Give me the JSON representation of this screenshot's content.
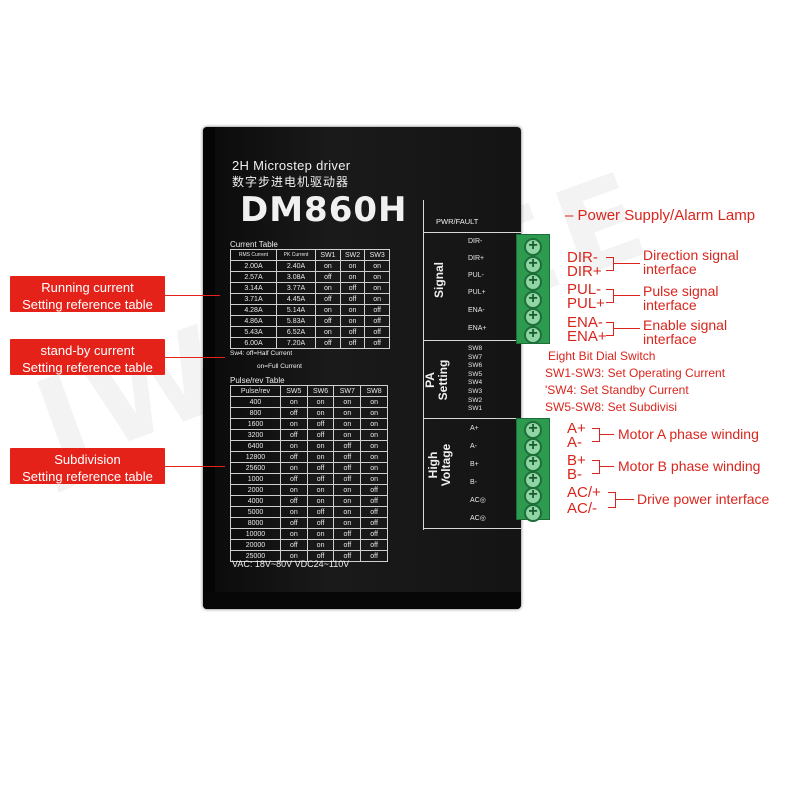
{
  "watermark": "JWLFSEE",
  "device": {
    "title_en": "2H Microstep driver",
    "title_cn": "数字步进电机驱动器",
    "model": "DM860H",
    "current_table": {
      "caption": "Current Table",
      "headers": [
        "RMS Current",
        "PK Current",
        "SW1",
        "SW2",
        "SW3"
      ],
      "rows": [
        [
          "2.00A",
          "2.40A",
          "on",
          "on",
          "on"
        ],
        [
          "2.57A",
          "3.08A",
          "off",
          "on",
          "on"
        ],
        [
          "3.14A",
          "3.77A",
          "on",
          "off",
          "on"
        ],
        [
          "3.71A",
          "4.45A",
          "off",
          "off",
          "on"
        ],
        [
          "4.28A",
          "5.14A",
          "on",
          "on",
          "off"
        ],
        [
          "4.86A",
          "5.83A",
          "off",
          "on",
          "off"
        ],
        [
          "5.43A",
          "6.52A",
          "on",
          "off",
          "off"
        ],
        [
          "6.00A",
          "7.20A",
          "off",
          "off",
          "off"
        ]
      ],
      "sw4_off": "Sw4: off=Half Current",
      "sw4_on": "on=Full Current"
    },
    "pulse_table": {
      "caption": "Pulse/rev Table",
      "headers": [
        "Pulse/rev",
        "SW5",
        "SW6",
        "SW7",
        "SW8"
      ],
      "rows": [
        [
          "400",
          "on",
          "on",
          "on",
          "on"
        ],
        [
          "800",
          "off",
          "on",
          "on",
          "on"
        ],
        [
          "1600",
          "on",
          "off",
          "on",
          "on"
        ],
        [
          "3200",
          "off",
          "off",
          "on",
          "on"
        ],
        [
          "6400",
          "on",
          "on",
          "off",
          "on"
        ],
        [
          "12800",
          "off",
          "on",
          "off",
          "on"
        ],
        [
          "25600",
          "on",
          "off",
          "off",
          "on"
        ],
        [
          "1000",
          "off",
          "off",
          "off",
          "on"
        ],
        [
          "2000",
          "on",
          "on",
          "on",
          "off"
        ],
        [
          "4000",
          "off",
          "on",
          "on",
          "off"
        ],
        [
          "5000",
          "on",
          "off",
          "on",
          "off"
        ],
        [
          "8000",
          "off",
          "off",
          "on",
          "off"
        ],
        [
          "10000",
          "on",
          "on",
          "off",
          "off"
        ],
        [
          "20000",
          "off",
          "on",
          "off",
          "off"
        ],
        [
          "25000",
          "on",
          "off",
          "off",
          "off"
        ]
      ]
    },
    "voltage_note": "VAC: 18V~80V  VDC24~110V",
    "pwr_label": "PWR/FAULT",
    "signal_label": "Signal",
    "signal_pins": [
      "DIR-",
      "DIR+",
      "PUL-",
      "PUL+",
      "ENA-",
      "ENA+"
    ],
    "pa_label_1": "PA",
    "pa_label_2": "Setting",
    "sw_pins": [
      "SW8",
      "SW7",
      "SW6",
      "SW5",
      "SW4",
      "SW3",
      "SW2",
      "SW1"
    ],
    "hv_label_1": "High",
    "hv_label_2": "Voltage",
    "hv_pins": [
      "A+",
      "A-",
      "B+",
      "B-",
      "AC◎",
      "AC◎"
    ]
  },
  "annotations": {
    "power_lamp": "– Power Supply/Alarm Lamp",
    "dir_minus": "DIR-",
    "dir_plus": "DIR+",
    "pul_minus": "PUL-",
    "pul_plus": "PUL+",
    "ena_minus": "ENA-",
    "ena_plus": "ENA+",
    "direction_1": "Direction signal",
    "direction_2": "interface",
    "pulse_1": "Pulse signal",
    "pulse_2": "interface",
    "enable_1": "Enable signal",
    "enable_2": "interface",
    "dial_1": "Eight Bit Dial Switch",
    "dial_2": "SW1-SW3: Set Operating Current",
    "dial_3": "'SW4: Set Standby Current",
    "dial_4": "SW5-SW8: Set Subdivisi",
    "a_plus": "A+",
    "a_minus": "A-",
    "b_plus": "B+",
    "b_minus": "B-",
    "ac_plus": "AC/+",
    "ac_minus": "AC/-",
    "motor_a": "Motor A phase winding",
    "motor_b": "Motor B phase winding",
    "drive_power": "Drive power interface"
  },
  "left_boxes": {
    "running_1": "Running current",
    "running_2": "Setting reference table",
    "standby_1": "stand-by current",
    "standby_2": "Setting reference table",
    "subdiv_1": "Subdivision",
    "subdiv_2": "Setting reference table"
  },
  "colors": {
    "annotation_red": "#d9251d",
    "terminal_green": "#2c9a4f",
    "device_black": "#141414"
  }
}
